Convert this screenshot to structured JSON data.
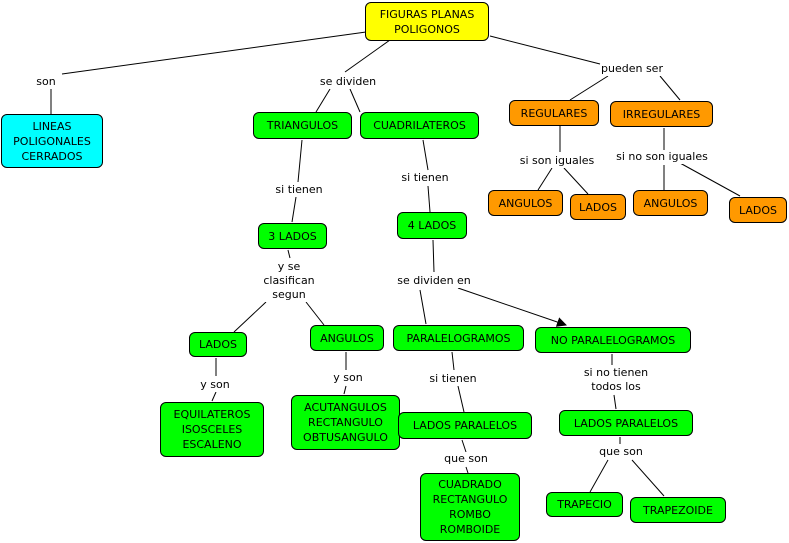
{
  "nodes": {
    "root": "FIGURAS PLANAS\nPOLIGONOS",
    "lineas": "LINEAS\nPOLIGONALES\nCERRADOS",
    "triangulos": "TRIANGULOS",
    "cuadrilateros": "CUADRILATEROS",
    "regulares": "REGULARES",
    "irregulares": "IRREGULARES",
    "angulos_reg": "ANGULOS",
    "lados_reg": "LADOS",
    "angulos_irr": "ANGULOS",
    "lados_irr": "LADOS",
    "tres_lados": "3 LADOS",
    "cuatro_lados": "4 LADOS",
    "lados_tri": "LADOS",
    "angulos_tri": "ANGULOS",
    "paralelogramos": "PARALELOGRAMOS",
    "no_paralelogramos": "NO PARALELOGRAMOS",
    "equilateros": "EQUILATEROS\nISOSCELES\nESCALENO",
    "acutangulos": "ACUTANGULOS\nRECTANGULO\nOBTUSANGULO",
    "lados_paralelos_1": "LADOS PARALELOS",
    "lados_paralelos_2": "LADOS PARALELOS",
    "cuadrado": "CUADRADO\nRECTANGULO\nROMBO\nROMBOIDE",
    "trapecio": "TRAPECIO",
    "trapezoide": "TRAPEZOIDE"
  },
  "links": {
    "son": "son",
    "se_dividen": "se dividen",
    "pueden_ser": "pueden ser",
    "si_son_iguales": "si son iguales",
    "si_no_son_iguales": "si no son iguales",
    "si_tienen_1": "si tienen",
    "si_tienen_2": "si tienen",
    "y_se_clasifican": "y se\nclasifican\nsegun",
    "se_dividen_en": "se dividen en",
    "y_son_1": "y son",
    "y_son_2": "y son",
    "si_tienen_3": "si tienen",
    "si_no_tienen": "si no tienen\ntodos los",
    "que_son_1": "que son",
    "que_son_2": "que son"
  },
  "colors": {
    "green": "#00ff00",
    "orange": "#ff9900",
    "cyan": "#00ffff",
    "yellow": "#ffff00"
  }
}
